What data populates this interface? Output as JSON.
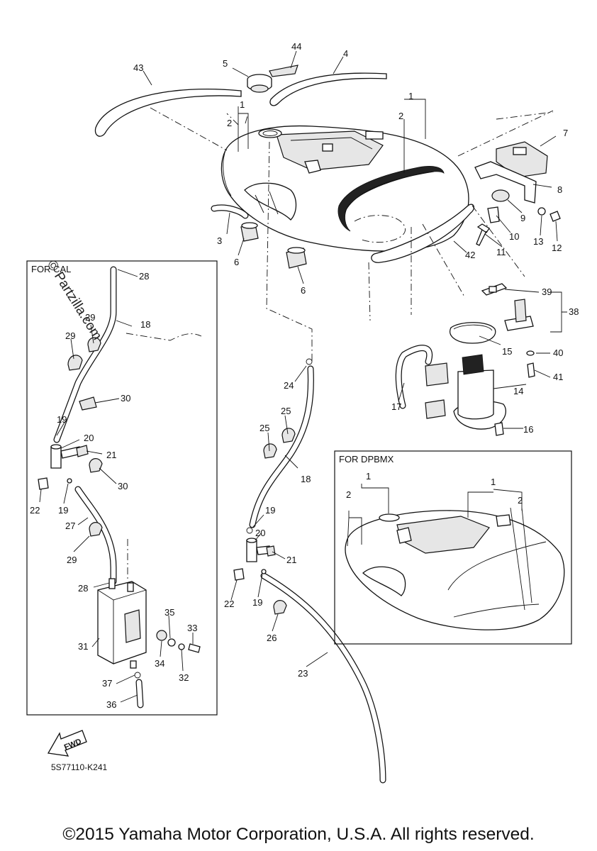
{
  "boxes": {
    "cal_label": "FOR CAL",
    "dpbmx_label": "FOR DPBMX"
  },
  "callouts": {
    "c1a": "1",
    "c1b": "1",
    "c1c": "1",
    "c1d": "1",
    "c2a": "2",
    "c2b": "2",
    "c2c": "2",
    "c2d": "2",
    "c3": "3",
    "c4": "4",
    "c5": "5",
    "c6a": "6",
    "c6b": "6",
    "c7": "7",
    "c8": "8",
    "c9": "9",
    "c10": "10",
    "c11": "11",
    "c12": "12",
    "c13": "13",
    "c14": "14",
    "c15": "15",
    "c16": "16",
    "c17": "17",
    "c18a": "18",
    "c18b": "18",
    "c19a": "19",
    "c19b": "19",
    "c19c": "19",
    "c19d": "19",
    "c20a": "20",
    "c20b": "20",
    "c21a": "21",
    "c21b": "21",
    "c22a": "22",
    "c22b": "22",
    "c23": "23",
    "c24": "24",
    "c25a": "25",
    "c25b": "25",
    "c26": "26",
    "c27": "27",
    "c28a": "28",
    "c28b": "28",
    "c29a": "29",
    "c29b": "29",
    "c29c": "29",
    "c30a": "30",
    "c30b": "30",
    "c31": "31",
    "c32": "32",
    "c33": "33",
    "c34": "34",
    "c35": "35",
    "c36": "36",
    "c37": "37",
    "c38": "38",
    "c39": "39",
    "c40": "40",
    "c41": "41",
    "c42": "42",
    "c43": "43",
    "c44": "44"
  },
  "fwd_label": "FWD",
  "drawing_code": "5S77110-K241",
  "watermark": "© Partzilla.com",
  "copyright": "©2015 Yamaha Motor Corporation, U.S.A. All rights reserved."
}
